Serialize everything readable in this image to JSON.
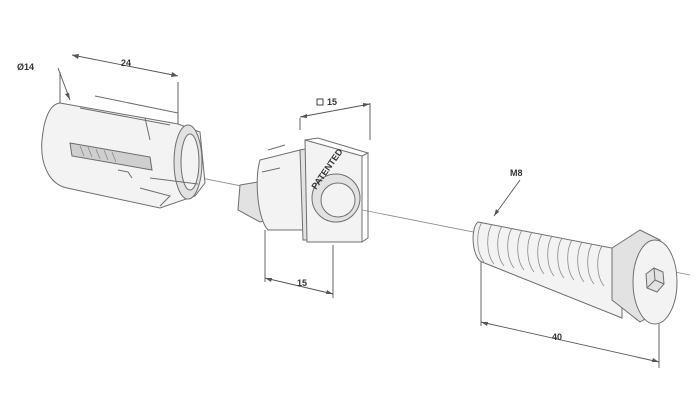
{
  "dimensions": {
    "sleeve_diameter": "Ø14",
    "sleeve_length": "24",
    "block_square": "15",
    "block_depth": "15",
    "screw_thread": "M8",
    "screw_length": "40"
  },
  "engraving": "PATENTED"
}
